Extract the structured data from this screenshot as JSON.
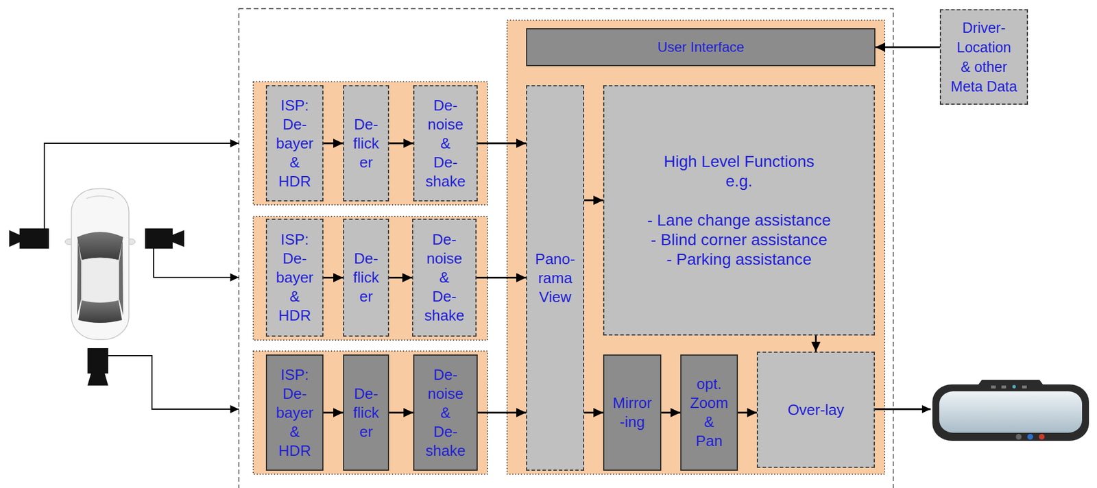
{
  "diagram": {
    "nodes": [
      {
        "text": [
          "User Interface"
        ]
      },
      {
        "text": [
          "Driver- Location & other Meta Data"
        ]
      },
      {
        "text": [
          "ISP: De- bayer & HDR"
        ]
      },
      {
        "text": [
          "De- flick er"
        ]
      },
      {
        "text": [
          "De- noise & De- shake"
        ]
      },
      {
        "text": [
          "Pano- rama View"
        ]
      },
      {
        "text": [
          "High Level Functions e.g.",
          "- Lane change assistance",
          "- Blind corner assistance",
          "- Parking assistance"
        ]
      },
      {
        "text": [
          "ISP: De- bayer & HDR"
        ]
      },
      {
        "text": [
          "De- flick er"
        ]
      },
      {
        "text": [
          "De- noise & De- shake"
        ]
      },
      {
        "text": [
          "ISP: De- bayer & HDR"
        ]
      },
      {
        "text": [
          "De- flick er"
        ]
      },
      {
        "text": [
          "De- noise & De- shake"
        ]
      },
      {
        "text": [
          "Mirror -ing"
        ]
      },
      {
        "text": [
          "opt. Zoom & Pan"
        ]
      },
      {
        "text": [
          "Over-lay"
        ]
      }
    ],
    "edges": [
      {
        "from": 1,
        "to": 0,
        "arrow": "to"
      },
      {
        "from": 2,
        "to": 3,
        "arrow": "to"
      },
      {
        "from": 3,
        "to": 4,
        "arrow": "to"
      },
      {
        "from": 4,
        "to": 5,
        "arrow": "to"
      },
      {
        "from": 7,
        "to": 8,
        "arrow": "to"
      },
      {
        "from": 8,
        "to": 9,
        "arrow": "to"
      },
      {
        "from": 9,
        "to": 5,
        "arrow": "to"
      },
      {
        "from": 10,
        "to": 11,
        "arrow": "to"
      },
      {
        "from": 11,
        "to": 12,
        "arrow": "to"
      },
      {
        "from": 12,
        "to": 5,
        "arrow": "to"
      },
      {
        "from": 5,
        "to": 6,
        "arrow": "to"
      },
      {
        "from": 5,
        "to": 13,
        "arrow": "to"
      },
      {
        "from": 13,
        "to": 14,
        "arrow": "to"
      },
      {
        "from": 14,
        "to": 15,
        "arrow": "to"
      },
      {
        "from": 6,
        "to": 15,
        "arrow": "to"
      }
    ]
  }
}
